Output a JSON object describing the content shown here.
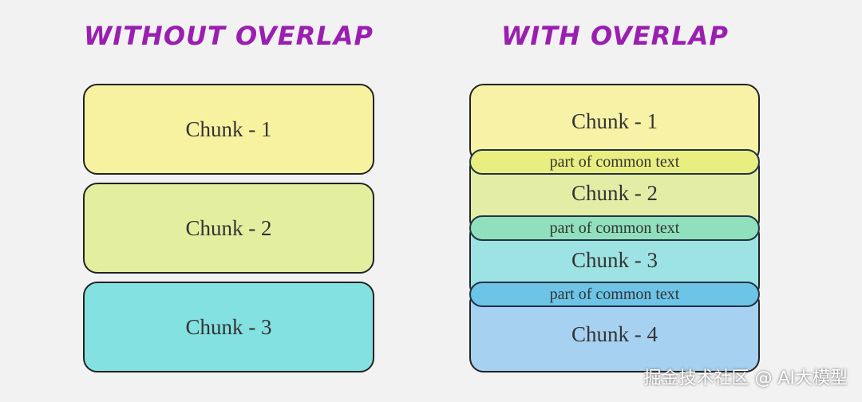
{
  "left": {
    "title": "WITHOUT OVERLAP",
    "chunks": [
      "Chunk - 1",
      "Chunk - 2",
      "Chunk - 3"
    ]
  },
  "right": {
    "title": "WITH OVERLAP",
    "chunks": [
      "Chunk - 1",
      "Chunk - 2",
      "Chunk - 3",
      "Chunk - 4"
    ],
    "overlaps": [
      "part of common text",
      "part of common text",
      "part of common text"
    ]
  },
  "watermark": "掘金技术社区 @ AI大模型",
  "colors": {
    "title": "#9a1fb0",
    "chunk1": "#f7f2a2",
    "chunk2": "#e3eea0",
    "chunk3": "#86e1e1",
    "chunk4": "#a7d1f0"
  }
}
